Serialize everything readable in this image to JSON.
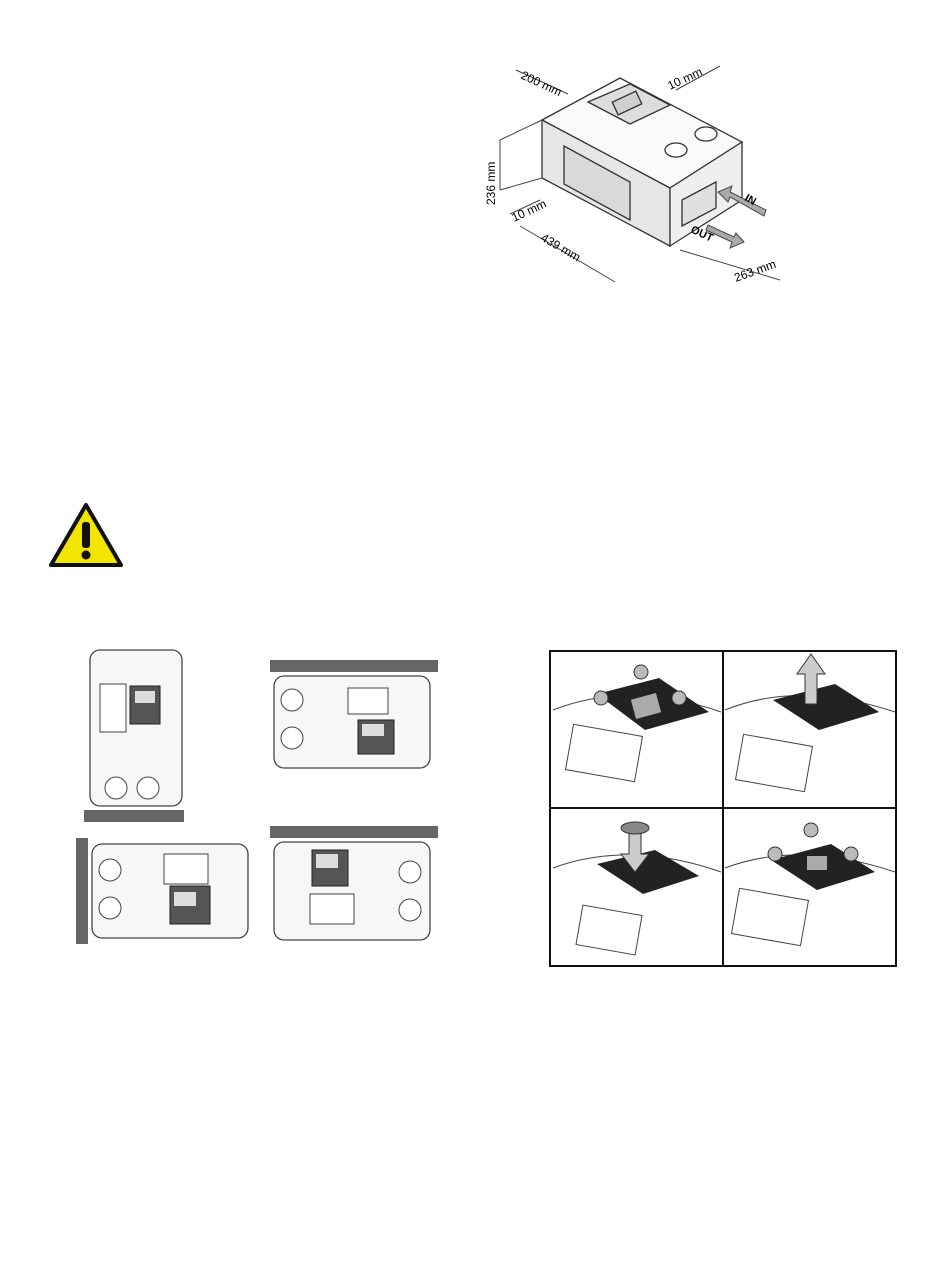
{
  "dimensions_figure": {
    "width_label": "200 mm",
    "top_clearance_label": "10 mm",
    "height_label": "236 mm",
    "side_clearance_label": "10 mm",
    "length_label": "439 mm",
    "depth_label": "263 mm",
    "inlet_label": "IN",
    "outlet_label": "OUT"
  },
  "warning": {
    "icon": "warning-triangle-icon",
    "color": "#f2e600"
  },
  "orientation_figure": {
    "panels": 4
  },
  "display_rotation_figure": {
    "steps": 4
  }
}
